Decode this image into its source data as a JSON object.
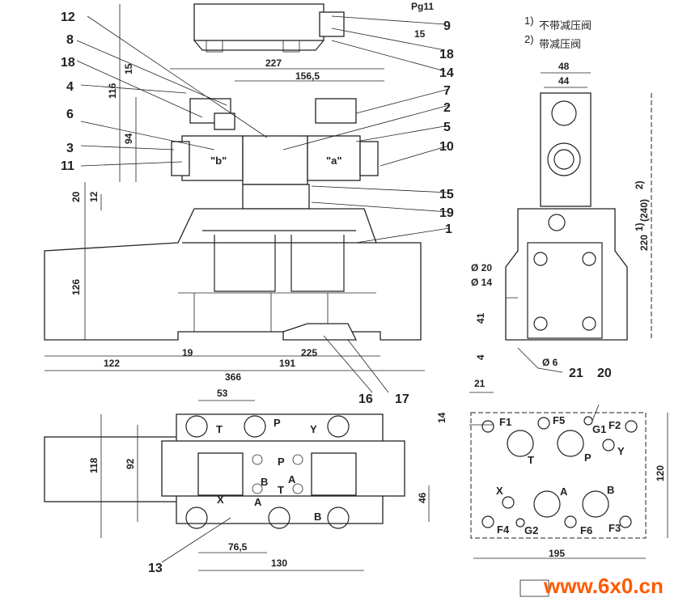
{
  "notes": {
    "n1_mark": "1)",
    "n1_text": "不带减压阀",
    "n2_mark": "2)",
    "n2_text": "带减压阀"
  },
  "callouts": [
    "12",
    "8",
    "18",
    "4",
    "3",
    "6",
    "11",
    "9",
    "18",
    "14",
    "7",
    "2",
    "5",
    "10",
    "15",
    "19",
    "1",
    "16",
    "17",
    "13",
    "21",
    "20"
  ],
  "dims": {
    "pg": "Pg11",
    "d15a": "15",
    "d227": "227",
    "d1565": "156,5",
    "d116": "116",
    "d15b": "15",
    "d94": "94",
    "d20": "20",
    "d12": "12",
    "d126": "126",
    "d122": "122",
    "d19": "19",
    "d225": "225",
    "d191": "191",
    "d366": "366",
    "d53": "53",
    "d118": "118",
    "d92": "92",
    "d765": "76,5",
    "d130": "130",
    "d46": "46",
    "d48": "48",
    "d44": "44",
    "d220": "220",
    "d220m": "1)",
    "d240": "(240)",
    "d240m": "2)",
    "phi20": "Ø 20",
    "phi14": "Ø 14",
    "d41": "41",
    "d4": "4",
    "phi6": "Ø 6",
    "d21": "21",
    "d14": "14",
    "d120": "120",
    "d195": "195"
  },
  "ports": {
    "b": "\"b\"",
    "a": "\"a\"",
    "T": "T",
    "P": "P",
    "Y": "Y",
    "X": "X",
    "A": "A",
    "B": "B",
    "cP": "P",
    "cT": "T",
    "cA": "A",
    "cB": "B"
  },
  "plate": {
    "F1": "F1",
    "F2": "F2",
    "F3": "F3",
    "F4": "F4",
    "F5": "F5",
    "F6": "F6",
    "G1": "G1",
    "G2": "G2",
    "T": "T",
    "P": "P",
    "Y": "Y",
    "X": "X",
    "A": "A",
    "B": "B"
  },
  "watermark": "www.6x0.cn",
  "colors": {
    "line": "#222222",
    "watermark": "#ff5a00"
  }
}
